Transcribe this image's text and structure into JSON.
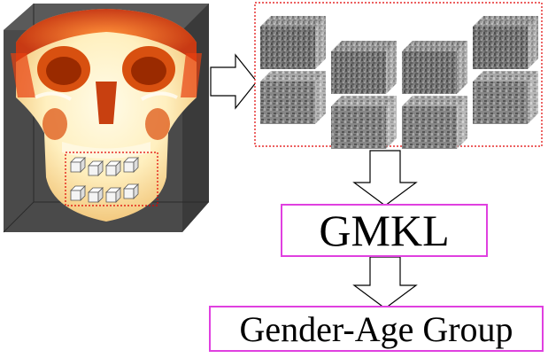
{
  "diagram": {
    "method_label": "GMKL",
    "output_label": "Gender-Age Group"
  },
  "colors": {
    "label_border": "#e040e0",
    "dotted_region": "#e00000",
    "skull_backdrop": "#4a4a4a",
    "skull_bone": "#fff3c8",
    "skull_burn": "#e84010",
    "patch_gray": "#808080"
  },
  "icons": [
    "skull-ct-image",
    "cube-icon",
    "arrow-right-icon",
    "arrow-down-icon"
  ]
}
